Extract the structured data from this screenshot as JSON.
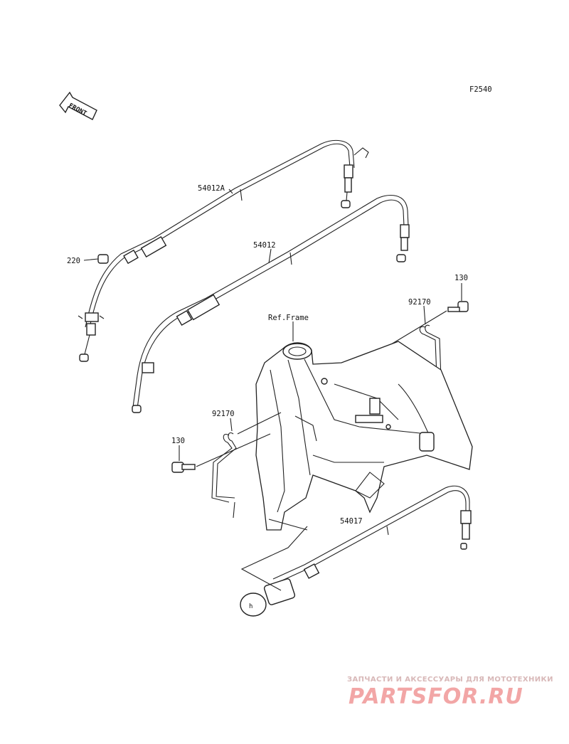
{
  "diagram_code": "F2540",
  "front_label": "FRONT",
  "reference": "Ref.Frame",
  "parts": {
    "cable_a": "54012A",
    "cable_b": "54012",
    "cable_c": "54017",
    "clamp_upper": "92170",
    "clamp_lower": "92170",
    "bolt_upper": "130",
    "bolt_lower": "130",
    "nut": "220"
  },
  "watermark": {
    "tagline": "ЗАПЧАСТИ И АКСЕССУАРЫ ДЛЯ МОТОТЕХНИКИ",
    "logo": "PARTSFOR.RU"
  },
  "colors": {
    "line": "#222222",
    "watermark": "#f2a6a6"
  }
}
